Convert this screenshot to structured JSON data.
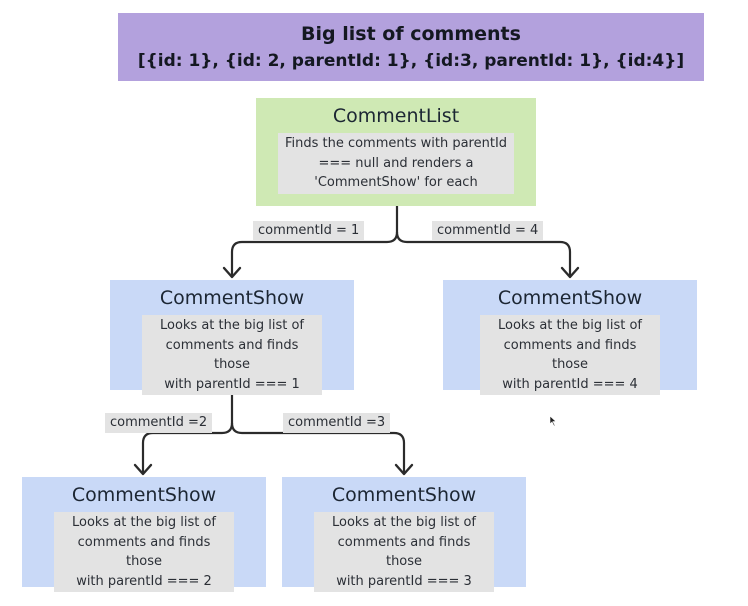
{
  "header": {
    "title": "Big list of comments",
    "subtitle": "[{id: 1}, {id: 2, parentId: 1}, {id:3, parentId: 1}, {id:4}]"
  },
  "nodes": {
    "comment_list": {
      "title": "CommentList",
      "description": [
        "Finds the comments with parentId",
        "=== null and renders a",
        "'CommentShow' for each"
      ]
    },
    "show_1": {
      "title": "CommentShow",
      "description": [
        "Looks at the big list of",
        "comments and finds those",
        "with parentId === 1"
      ]
    },
    "show_4": {
      "title": "CommentShow",
      "description": [
        "Looks at the big list of",
        "comments and finds those",
        "with parentId === 4"
      ]
    },
    "show_2": {
      "title": "CommentShow",
      "description": [
        "Looks at the big list of",
        "comments and finds those",
        "with parentId === 2"
      ]
    },
    "show_3": {
      "title": "CommentShow",
      "description": [
        "Looks at the big list of",
        "comments and finds those",
        "with parentId === 3"
      ]
    }
  },
  "edges": {
    "list_to_1": "commentId = 1",
    "list_to_4": "commentId = 4",
    "show1_to_2": "commentId =2",
    "show1_to_3": "commentId =3"
  },
  "colors": {
    "header": "#b3a1dd",
    "root_node": "#cfe9b4",
    "child_node": "#c9d9f7",
    "text_box": "#e3e3e3",
    "connector": "#2b2b2b"
  }
}
